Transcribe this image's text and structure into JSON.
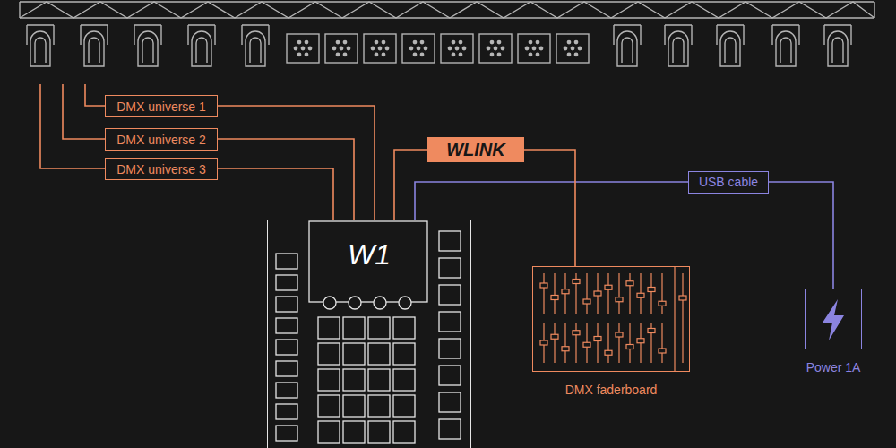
{
  "diagram": {
    "nodes": [
      {
        "text": [
          "W1"
        ]
      },
      {
        "text": [
          "DMX faderboard"
        ]
      },
      {
        "text": [
          "Power 1A"
        ]
      }
    ],
    "edges": [
      {
        "from": 0,
        "to": 1,
        "label": "WLINK",
        "arrow": "none"
      },
      {
        "from": 0,
        "to": 2,
        "label": "USB cable",
        "arrow": "none"
      }
    ],
    "labels": [
      "DMX universe 1",
      "DMX universe 2",
      "DMX universe 3"
    ]
  }
}
